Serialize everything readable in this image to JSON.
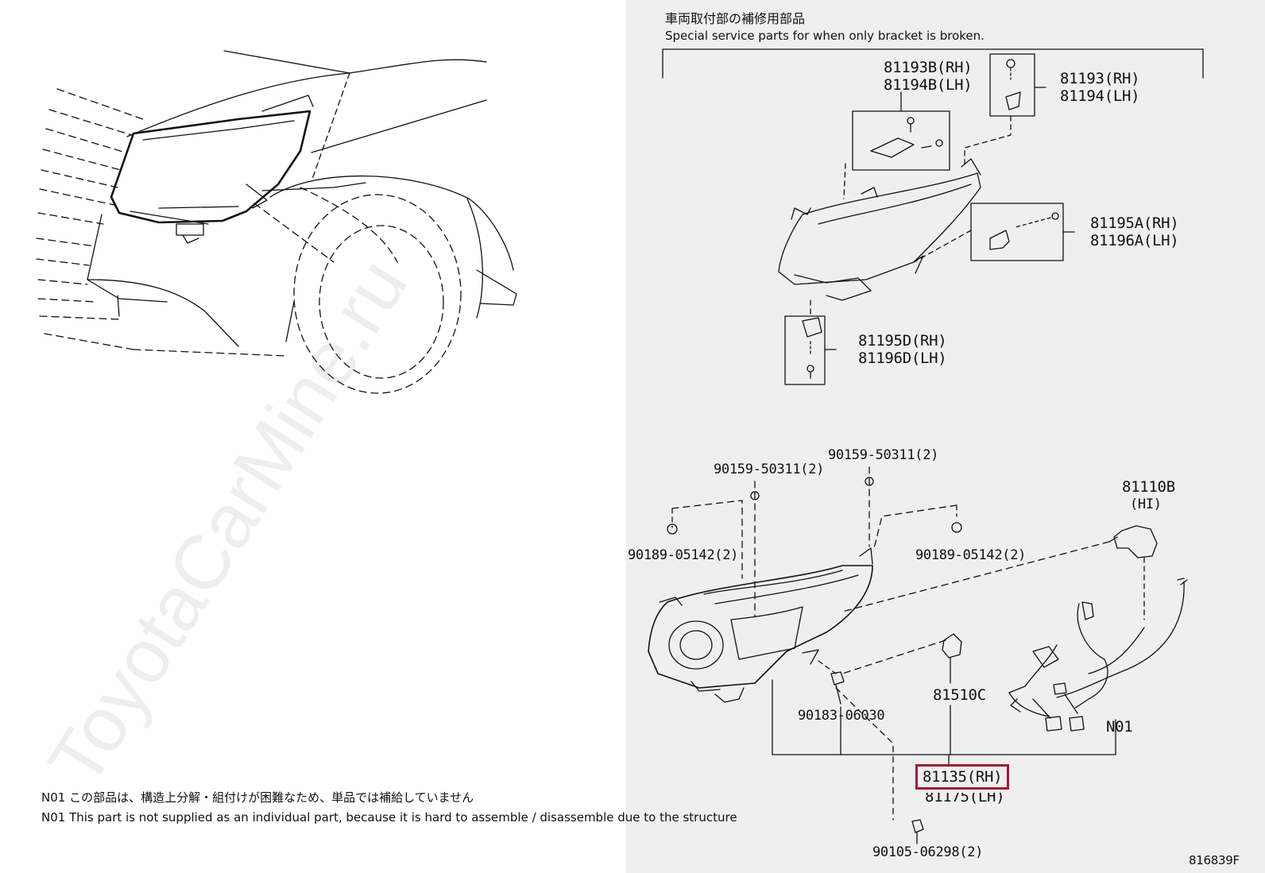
{
  "header": {
    "title_jp": "車両取付部の補修用部品",
    "title_en": "Special service parts for when only bracket is broken."
  },
  "bracket_parts": {
    "p81193b": "81193B(RH)",
    "p81194b": "81194B(LH)",
    "p81193": "81193(RH)",
    "p81194": "81194(LH)",
    "p81195a": "81195A(RH)",
    "p81196a": "81196A(LH)",
    "p81195d": "81195D(RH)",
    "p81196d": "81196D(LH)"
  },
  "assembly_parts": {
    "screw_left": "90159-50311(2)",
    "screw_right": "90159-50311(2)",
    "clip_left": "90189-05142(2)",
    "clip_right": "90189-05142(2)",
    "bulb_hi_num": "81110B",
    "bulb_hi_tag": "(HI)",
    "bulb_side": "81510C",
    "nut": "90183-06030",
    "harness": "N01",
    "headlamp_rh": "81135(RH)",
    "headlamp_lh": "81175(LH)",
    "bolt": "90105-06298(2)"
  },
  "notes": {
    "n01_jp": "N01 この部品は、構造上分解・組付けが困難なため、単品では補給していません",
    "n01_en": "N01 This part is not supplied as an individual part, because it is hard to assemble / disassemble due to the structure"
  },
  "diagram_id": "816839F",
  "watermark": "ToyotaCarMine.ru",
  "colors": {
    "highlight": "#a3173b",
    "panel_bg": "#efefef",
    "line": "#111111"
  }
}
